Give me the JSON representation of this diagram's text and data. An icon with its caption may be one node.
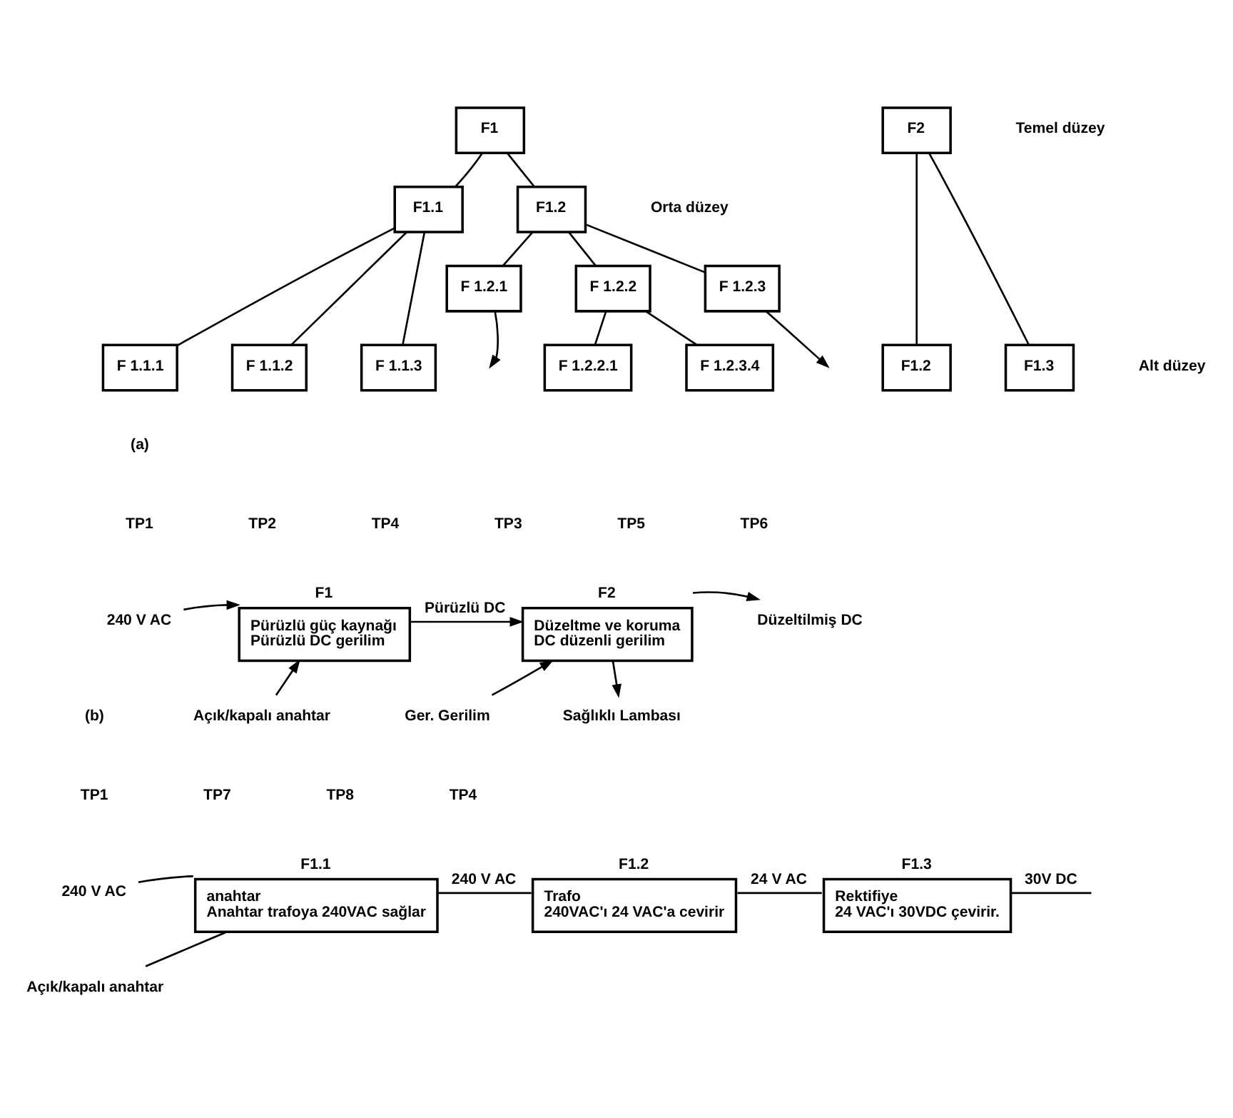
{
  "diagram": {
    "nodes": [
      {
        "text": [
          "F1"
        ]
      },
      {
        "text": [
          "F2"
        ]
      },
      {
        "text": [
          "F1.1"
        ]
      },
      {
        "text": [
          "F1.2"
        ]
      },
      {
        "text": [
          "F 1.2.1"
        ]
      },
      {
        "text": [
          "F 1.2.2"
        ]
      },
      {
        "text": [
          "F 1.2.3"
        ]
      },
      {
        "text": [
          "F 1.1.1"
        ]
      },
      {
        "text": [
          "F 1.1.2"
        ]
      },
      {
        "text": [
          "F 1.1.3"
        ]
      },
      {
        "text": [
          "F 1.2.2.1"
        ]
      },
      {
        "text": [
          "F 1.2.3.4"
        ]
      },
      {
        "text": [
          "F1.2"
        ]
      },
      {
        "text": [
          "F1.3"
        ]
      },
      {
        "text": [
          "240 V AC"
        ]
      },
      {
        "text": [
          "Açık/kapalı anahtar"
        ]
      },
      {
        "text": [
          "F1",
          "Pürüzlü güç kaynağı",
          "Pürüzlü DC gerilim"
        ]
      },
      {
        "text": [
          "F2",
          "Düzeltme ve koruma",
          "DC düzenli gerilim"
        ]
      },
      {
        "text": [
          "Ger. Gerilim"
        ]
      },
      {
        "text": [
          "Düzeltilmiş DC"
        ]
      },
      {
        "text": [
          "Sağlıklı Lambası"
        ]
      },
      {
        "text": [
          "240 V AC"
        ]
      },
      {
        "text": [
          "Açık/kapalı anahtar"
        ]
      },
      {
        "text": [
          "F1.1",
          "anahtar",
          "Anahtar trafoya 240VAC sağlar"
        ]
      },
      {
        "text": [
          "F1.2",
          "Trafo",
          "240VAC'ı 24 VAC'a cevirir"
        ]
      },
      {
        "text": [
          "F1.3",
          "Rektifiye",
          "24 VAC'ı 30VDC çevirir."
        ]
      }
    ],
    "edges": [
      {
        "from": 0,
        "to": 2,
        "arrow": "none"
      },
      {
        "from": 0,
        "to": 3,
        "arrow": "none"
      },
      {
        "from": 2,
        "to": 7,
        "arrow": "none"
      },
      {
        "from": 2,
        "to": 8,
        "arrow": "none"
      },
      {
        "from": 2,
        "to": 9,
        "arrow": "none"
      },
      {
        "from": 3,
        "to": 4,
        "arrow": "none"
      },
      {
        "from": 3,
        "to": 5,
        "arrow": "none"
      },
      {
        "from": 3,
        "to": 6,
        "arrow": "none"
      },
      {
        "from": 4,
        "to": null,
        "arrow": "to"
      },
      {
        "from": 6,
        "to": null,
        "arrow": "to"
      },
      {
        "from": 5,
        "to": 10,
        "arrow": "none"
      },
      {
        "from": 5,
        "to": 11,
        "arrow": "none"
      },
      {
        "from": 1,
        "to": 12,
        "arrow": "none"
      },
      {
        "from": 1,
        "to": 13,
        "arrow": "none"
      },
      {
        "from": 14,
        "to": 16,
        "arrow": "to"
      },
      {
        "from": 15,
        "to": 16,
        "arrow": "to"
      },
      {
        "from": 16,
        "to": 17,
        "arrow": "to",
        "label": "Pürüzlü DC"
      },
      {
        "from": 18,
        "to": 17,
        "arrow": "to"
      },
      {
        "from": 17,
        "to": 19,
        "arrow": "to"
      },
      {
        "from": 17,
        "to": 20,
        "arrow": "to"
      },
      {
        "from": 21,
        "to": 23,
        "arrow": "none"
      },
      {
        "from": 22,
        "to": 23,
        "arrow": "none"
      },
      {
        "from": 23,
        "to": 24,
        "arrow": "none",
        "label": "240 V AC"
      },
      {
        "from": 24,
        "to": 25,
        "arrow": "none",
        "label": "24 V AC"
      },
      {
        "from": 25,
        "to": null,
        "arrow": "none",
        "label": "30V DC"
      }
    ],
    "labels": [
      "Temel düzey",
      "Orta düzey",
      "Alt düzey",
      "(a)",
      "TP1",
      "TP2",
      "TP4",
      "TP3",
      "TP5",
      "TP6",
      "(b)",
      "TP1",
      "TP7",
      "TP8",
      "TP4"
    ]
  }
}
